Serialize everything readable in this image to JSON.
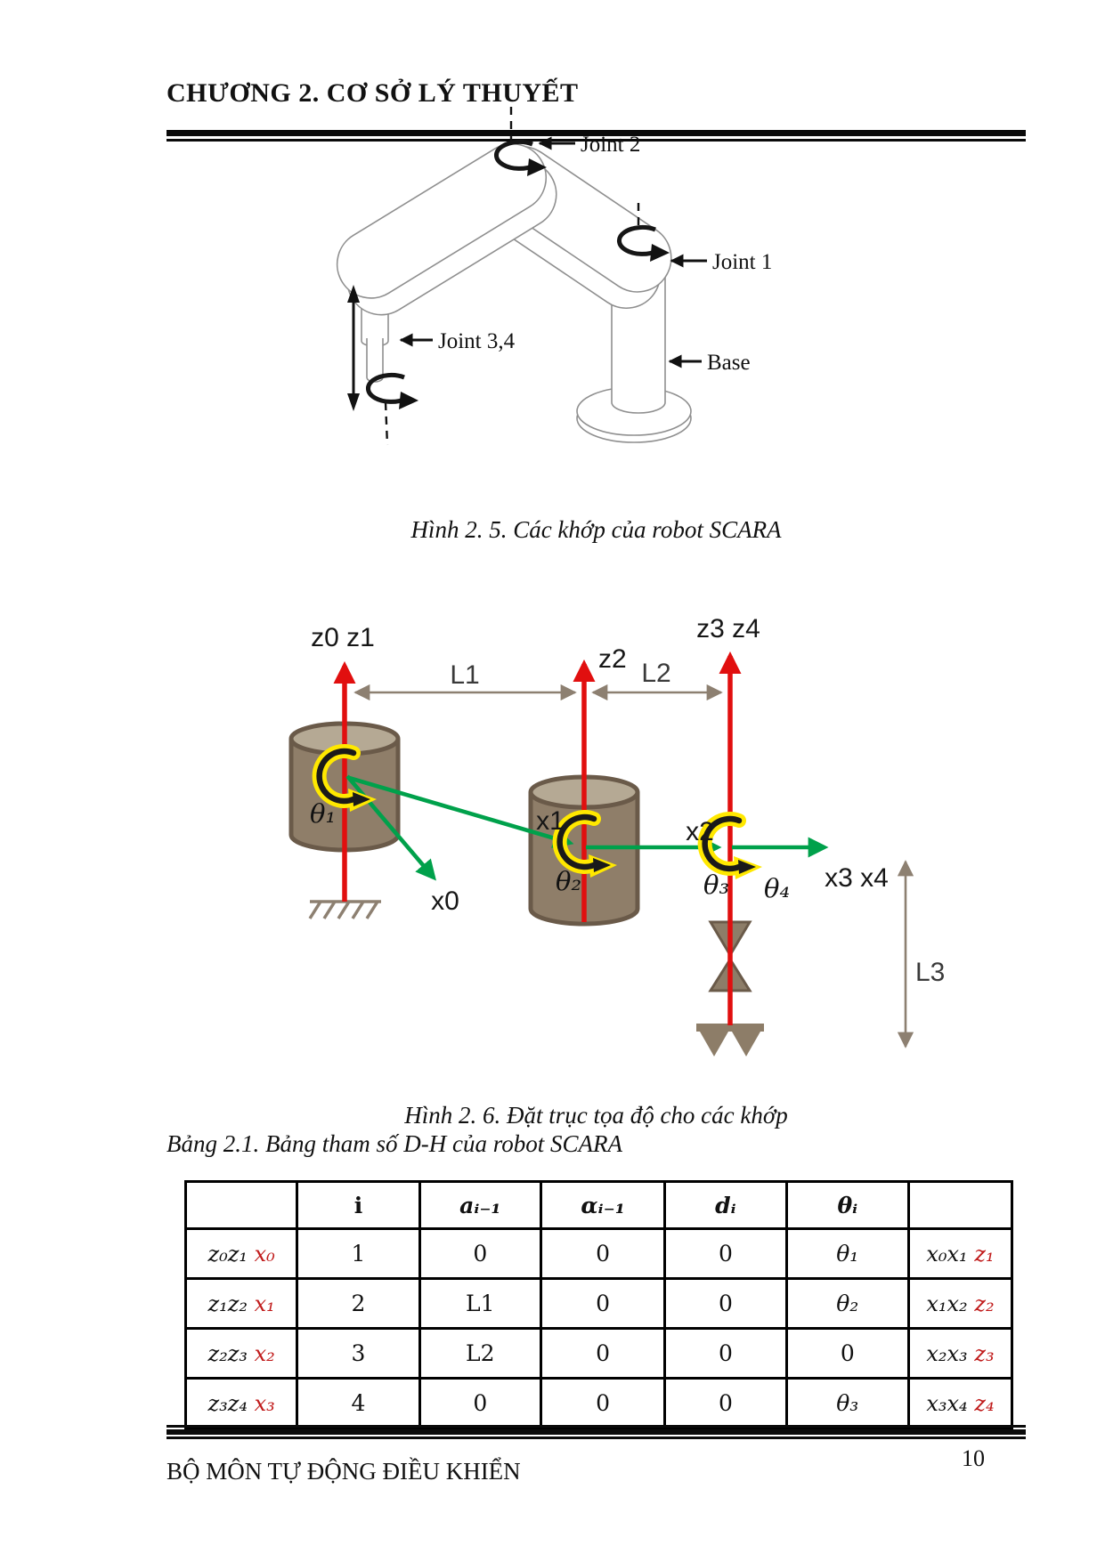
{
  "page": {
    "header_title": "CHƯƠNG 2. CƠ SỞ LÝ THUYẾT",
    "footer_department": "BỘ MÔN TỰ ĐỘNG ĐIỀU KHIỂN",
    "page_number": "10"
  },
  "figure1": {
    "caption": "Hình 2. 5. Các khớp của robot SCARA",
    "labels": {
      "joint2": "Joint 2",
      "joint1": "Joint 1",
      "joint34": "Joint 3,4",
      "base": "Base"
    }
  },
  "figure2": {
    "caption": "Hình 2. 6. Đặt trục tọa độ cho các khớp",
    "labels": {
      "z0z1": "z0 z1",
      "z2": "z2",
      "z3z4": "z3 z4",
      "l1": "L1",
      "l2": "L2",
      "l3": "L3",
      "x0": "x0",
      "x1": "x1",
      "x2": "x2",
      "x3x4": "x3 x4",
      "theta1": "θ₁",
      "theta2": "θ₂",
      "theta3": "θ₃",
      "theta4": "θ₄"
    },
    "colors": {
      "axis_red": "#e10f0f",
      "x_axis_green": "#00a14b",
      "rotation_yellow": "#ffe800",
      "cylinder_brown": "#8f7e69",
      "cylinder_top": "#b5a994",
      "dimension_tan": "#8d8071"
    }
  },
  "table": {
    "title": "Bảng 2.1. Bảng tham số D-H của robot SCARA",
    "headers": {
      "i": "i",
      "a": "aᵢ₋₁",
      "alpha": "αᵢ₋₁",
      "d": "dᵢ",
      "theta": "θᵢ"
    },
    "red_color": "#c01a1a",
    "rows": [
      {
        "axes_left_black": "z₀z₁",
        "axes_left_red": "x₀",
        "i": "1",
        "a": "0",
        "alpha": "0",
        "d": "0",
        "theta": "θ₁",
        "axes_right_black": "x₀x₁",
        "axes_right_red": "z₁"
      },
      {
        "axes_left_black": "z₁z₂",
        "axes_left_red": "x₁",
        "i": "2",
        "a": "L1",
        "alpha": "0",
        "d": "0",
        "theta": "θ₂",
        "axes_right_black": "x₁x₂",
        "axes_right_red": "z₂"
      },
      {
        "axes_left_black": "z₂z₃",
        "axes_left_red": "x₂",
        "i": "3",
        "a": "L2",
        "alpha": "0",
        "d": "0",
        "theta": "0",
        "axes_right_black": "x₂x₃",
        "axes_right_red": "z₃"
      },
      {
        "axes_left_black": "z₃z₄",
        "axes_left_red": "x₃",
        "i": "4",
        "a": "0",
        "alpha": "0",
        "d": "0",
        "theta": "θ₃",
        "axes_right_black": "x₃x₄",
        "axes_right_red": "z₄"
      }
    ]
  }
}
